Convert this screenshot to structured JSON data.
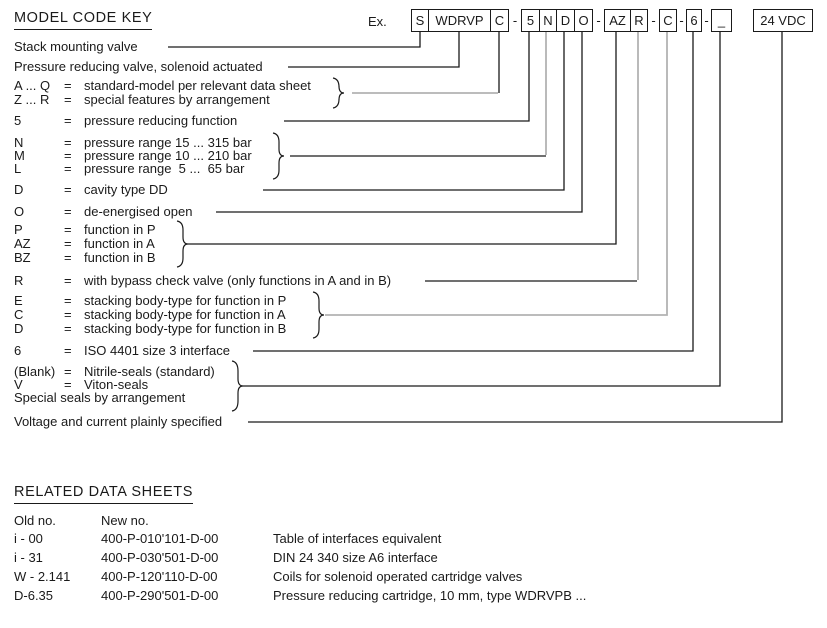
{
  "title": "MODEL CODE KEY",
  "example": {
    "label": "Ex.",
    "separator": "-",
    "groups": [
      {
        "segments": [
          "S",
          "WDRVP",
          "C"
        ]
      },
      {
        "segments": [
          "5",
          "N",
          "D",
          "O"
        ]
      },
      {
        "segments": [
          "AZ",
          "R"
        ]
      },
      {
        "segments": [
          "C"
        ]
      },
      {
        "segments": [
          "6"
        ]
      },
      {
        "segments": [
          "_"
        ]
      }
    ],
    "voltage": "24 VDC"
  },
  "key": {
    "eq": "=",
    "lines": [
      {
        "text": "Stack mounting valve"
      },
      {
        "text": "Pressure reducing valve, solenoid actuated"
      },
      {
        "code": "A ... Q",
        "desc": "standard-model per relevant data sheet"
      },
      {
        "code": "Z ... R",
        "desc": "special features by arrangement"
      },
      {
        "code": "5",
        "desc": "pressure reducing function"
      },
      {
        "code": "N",
        "desc": "pressure range 15 ... 315 bar"
      },
      {
        "code": "M",
        "desc": "pressure range 10 ... 210 bar"
      },
      {
        "code": "L",
        "desc": "pressure range  5 ...  65 bar"
      },
      {
        "code": "D",
        "desc": "cavity type DD"
      },
      {
        "code": "O",
        "desc": "de-energised open"
      },
      {
        "code": "P",
        "desc": "function in P"
      },
      {
        "code": "AZ",
        "desc": "function in A"
      },
      {
        "code": "BZ",
        "desc": "function in B"
      },
      {
        "code": "R",
        "desc": "with bypass check valve (only functions in A and in B)"
      },
      {
        "code": "E",
        "desc": "stacking body-type for function in P"
      },
      {
        "code": "C",
        "desc": "stacking body-type for function in A"
      },
      {
        "code": "D",
        "desc": "stacking body-type for function in B"
      },
      {
        "code": "6",
        "desc": "ISO 4401 size 3 interface"
      },
      {
        "code": "(Blank)",
        "desc": "Nitrile-seals (standard)"
      },
      {
        "code": "V",
        "desc": "Viton-seals"
      },
      {
        "text": "Special seals by arrangement"
      },
      {
        "text": "Voltage and current plainly specified"
      }
    ]
  },
  "related": {
    "title": "RELATED DATA SHEETS",
    "headers": {
      "old": "Old no.",
      "new": "New no."
    },
    "rows": [
      {
        "old": "i - 00",
        "new": "400-P-010'101-D-00",
        "desc": "Table of interfaces equivalent"
      },
      {
        "old": "i - 31",
        "new": "400-P-030'501-D-00",
        "desc": "DIN 24 340 size A6 interface"
      },
      {
        "old": "W - 2.141",
        "new": "400-P-120'110-D-00",
        "desc": "Coils for solenoid operated cartridge valves"
      },
      {
        "old": "D-6.35",
        "new": "400-P-290'501-D-00",
        "desc": "Pressure reducing cartridge, 10 mm, type WDRVPB ..."
      }
    ]
  },
  "colors": {
    "line_black": "#1a1a1a",
    "line_gray": "#b3b3b3"
  }
}
